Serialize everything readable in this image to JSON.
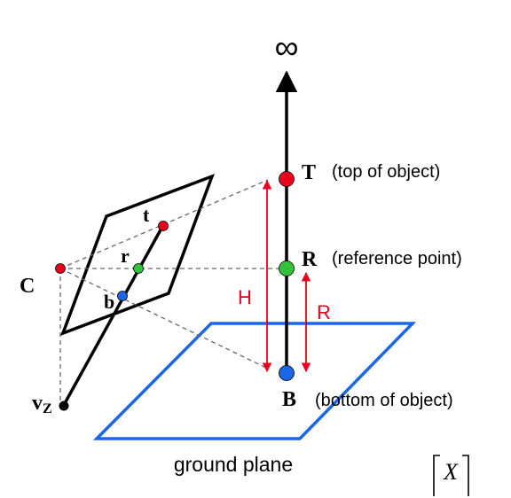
{
  "colors": {
    "black": "#000000",
    "red": "#e8001c",
    "point_red": "#e8001c",
    "point_green": "#33c23a",
    "point_blue": "#1a66e6",
    "ground_blue": "#1a66e6",
    "dashed": "#666666"
  },
  "labels": {
    "infinity": "∞",
    "T": "T",
    "T_desc": "(top of object)",
    "R": "R",
    "R_desc": "(reference point)",
    "B": "B",
    "B_desc": "(bottom of object)",
    "C": "C",
    "t": "t",
    "r": "r",
    "b": "b",
    "vz_main": "v",
    "vz_sub": "Z",
    "H": "H",
    "R_dist": "R",
    "ground": "ground plane",
    "bracket_var": "X"
  }
}
